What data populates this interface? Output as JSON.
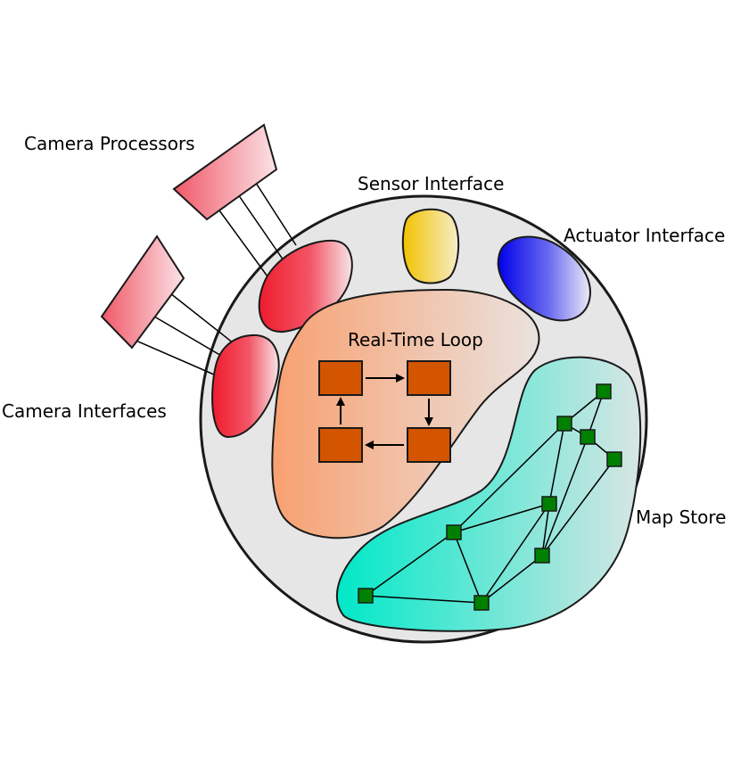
{
  "labels": {
    "camera_processors": "Camera Processors",
    "sensor_interface": "Sensor Interface",
    "actuator_interface": "Actuator Interface",
    "real_time_loop": "Real-Time Loop",
    "camera_interfaces": "Camera Interfaces",
    "map_store": "Map Store"
  },
  "colors": {
    "outer_fill": "#e6e6e6",
    "outline": "#1a1a1a",
    "camera_red": "#f0202a",
    "processor_pink": "#f06a7a",
    "sensor_yellow": "#f2c50f",
    "actuator_blue": "#1a1aee",
    "loop_orange": "#f8a87a",
    "loop_box": "#d45500",
    "map_teal": "#0fe6c8",
    "map_node": "#008000"
  },
  "icons": [
    "camera-processor-icon",
    "camera-interface-icon",
    "sensor-interface-icon",
    "actuator-interface-icon",
    "loop-box-icon",
    "map-node-icon"
  ]
}
